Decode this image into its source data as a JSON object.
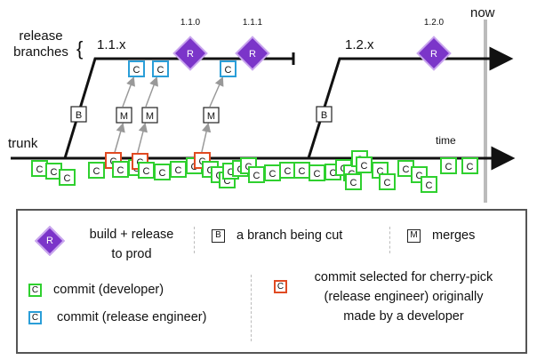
{
  "labels": {
    "release_branches": "release\nbranches",
    "brace": "{",
    "trunk": "trunk",
    "time": "time",
    "now": "now",
    "branch_1": "1.1.x",
    "branch_2": "1.2.x"
  },
  "releases": [
    {
      "version": "1.1.0",
      "letter": "R"
    },
    {
      "version": "1.1.1",
      "letter": "R"
    },
    {
      "version": "1.2.0",
      "letter": "R"
    }
  ],
  "box_letters": {
    "commit": "C",
    "branch": "B",
    "merge": "M"
  },
  "legend": {
    "release_letter": "R",
    "release_text": "build + release\nto prod",
    "branch_letter": "B",
    "branch_text": "a branch being cut",
    "merge_letter": "M",
    "merge_text": "merges",
    "dev_letter": "C",
    "dev_text": "commit (developer)",
    "releng_letter": "C",
    "releng_text": "commit (release engineer)",
    "cherry_letter": "C",
    "cherry_text": "commit selected for cherry-pick\n(release engineer) originally\nmade by a developer"
  },
  "colors": {
    "developer_commit": "#2fd02f",
    "release_engineer_commit": "#2a9ed8",
    "cherry_pick_commit": "#e04a22",
    "release": "#7b35c9",
    "now_line": "#bbbbbb"
  }
}
